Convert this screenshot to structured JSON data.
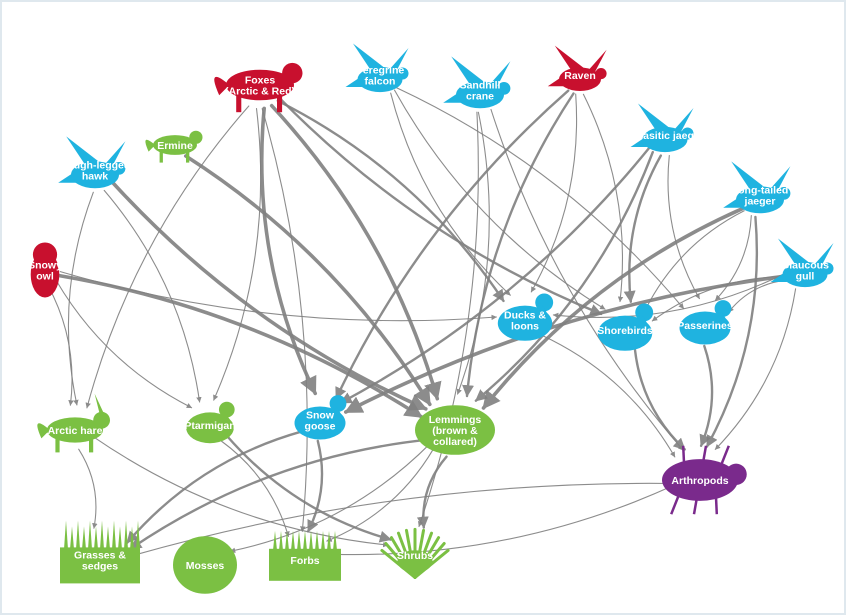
{
  "colors": {
    "predator": "#c8102e",
    "bird": "#1fb3e0",
    "herbivore": "#7bc043",
    "invertebrate": "#7a2a8c",
    "arrow": "#808080",
    "frame": "#dfe8ee"
  },
  "nodes": {
    "foxes": {
      "label": [
        "Foxes",
        "(Arctic & Red)"
      ],
      "icon": "fox-icon",
      "group": "predator"
    },
    "peregrine": {
      "label": [
        "Peregrine",
        "falcon"
      ],
      "icon": "falcon-icon",
      "group": "bird"
    },
    "sandhill": {
      "label": [
        "Sandhill",
        "crane"
      ],
      "icon": "crane-icon",
      "group": "bird"
    },
    "raven": {
      "label": [
        "Raven"
      ],
      "icon": "raven-icon",
      "group": "predator"
    },
    "parasitic": {
      "label": [
        "Parasitic jaeger"
      ],
      "icon": "jaeger-icon",
      "group": "bird"
    },
    "longtailed": {
      "label": [
        "Long-tailed",
        "jaeger"
      ],
      "icon": "jaeger-icon",
      "group": "bird"
    },
    "ermine": {
      "label": [
        "Ermine"
      ],
      "icon": "ermine-icon",
      "group": "herbivore"
    },
    "roughlegged": {
      "label": [
        "Rough-legged",
        "hawk"
      ],
      "icon": "hawk-icon",
      "group": "bird"
    },
    "snowyowl": {
      "label": [
        "Snowy",
        "owl"
      ],
      "icon": "owl-icon",
      "group": "predator"
    },
    "glaucous": {
      "label": [
        "Glaucous",
        "gull"
      ],
      "icon": "gull-icon",
      "group": "bird"
    },
    "ducks": {
      "label": [
        "Ducks &",
        "loons"
      ],
      "icon": "duck-icon",
      "group": "bird"
    },
    "shorebirds": {
      "label": [
        "Shorebirds"
      ],
      "icon": "shorebird-icon",
      "group": "bird"
    },
    "passerines": {
      "label": [
        "Passerines"
      ],
      "icon": "songbird-icon",
      "group": "bird"
    },
    "arctichare": {
      "label": [
        "Arctic hare"
      ],
      "icon": "hare-icon",
      "group": "herbivore"
    },
    "ptarmigan": {
      "label": [
        "Ptarmigan"
      ],
      "icon": "ptarmigan-icon",
      "group": "herbivore"
    },
    "snowgoose": {
      "label": [
        "Snow",
        "goose"
      ],
      "icon": "goose-icon",
      "group": "bird"
    },
    "lemmings": {
      "label": [
        "Lemmings",
        "(brown &",
        "collared)"
      ],
      "icon": "lemming-icon",
      "group": "herbivore"
    },
    "arthropods": {
      "label": [
        "Arthropods"
      ],
      "icon": "beetle-icon",
      "group": "invertebrate"
    },
    "grasses": {
      "label": [
        "Grasses &",
        "sedges"
      ],
      "icon": "grass-icon",
      "group": "herbivore"
    },
    "mosses": {
      "label": [
        "Mosses"
      ],
      "icon": "moss-icon",
      "group": "herbivore"
    },
    "forbs": {
      "label": [
        "Forbs"
      ],
      "icon": "forb-icon",
      "group": "herbivore"
    },
    "shrubs": {
      "label": [
        "Shrubs"
      ],
      "icon": "shrub-icon",
      "group": "herbivore"
    }
  },
  "links": [
    {
      "from": "foxes",
      "to": "lemmings",
      "weight": "thick"
    },
    {
      "from": "foxes",
      "to": "snowgoose",
      "weight": "thick"
    },
    {
      "from": "foxes",
      "to": "ducks",
      "weight": "medium"
    },
    {
      "from": "foxes",
      "to": "shorebirds",
      "weight": "medium"
    },
    {
      "from": "foxes",
      "to": "ptarmigan",
      "weight": "thin"
    },
    {
      "from": "foxes",
      "to": "arctichare",
      "weight": "thin"
    },
    {
      "from": "foxes",
      "to": "forbs",
      "weight": "thin"
    },
    {
      "from": "roughlegged",
      "to": "lemmings",
      "weight": "thick"
    },
    {
      "from": "roughlegged",
      "to": "ptarmigan",
      "weight": "thin"
    },
    {
      "from": "roughlegged",
      "to": "arctichare",
      "weight": "thin"
    },
    {
      "from": "snowyowl",
      "to": "lemmings",
      "weight": "thick"
    },
    {
      "from": "snowyowl",
      "to": "ptarmigan",
      "weight": "thin"
    },
    {
      "from": "snowyowl",
      "to": "arctichare",
      "weight": "thin"
    },
    {
      "from": "snowyowl",
      "to": "ducks",
      "weight": "thin"
    },
    {
      "from": "ermine",
      "to": "lemmings",
      "weight": "thick"
    },
    {
      "from": "peregrine",
      "to": "shorebirds",
      "weight": "thin"
    },
    {
      "from": "peregrine",
      "to": "passerines",
      "weight": "thin"
    },
    {
      "from": "peregrine",
      "to": "ducks",
      "weight": "thin"
    },
    {
      "from": "sandhill",
      "to": "lemmings",
      "weight": "thin"
    },
    {
      "from": "sandhill",
      "to": "arthropods",
      "weight": "thin"
    },
    {
      "from": "sandhill",
      "to": "shrubs",
      "weight": "thin"
    },
    {
      "from": "raven",
      "to": "snowgoose",
      "weight": "medium"
    },
    {
      "from": "raven",
      "to": "ducks",
      "weight": "thin"
    },
    {
      "from": "raven",
      "to": "lemmings",
      "weight": "medium"
    },
    {
      "from": "raven",
      "to": "shorebirds",
      "weight": "thin"
    },
    {
      "from": "parasitic",
      "to": "shorebirds",
      "weight": "medium"
    },
    {
      "from": "parasitic",
      "to": "lemmings",
      "weight": "medium"
    },
    {
      "from": "parasitic",
      "to": "passerines",
      "weight": "thin"
    },
    {
      "from": "parasitic",
      "to": "snowgoose",
      "weight": "medium"
    },
    {
      "from": "longtailed",
      "to": "lemmings",
      "weight": "thick"
    },
    {
      "from": "longtailed",
      "to": "arthropods",
      "weight": "medium"
    },
    {
      "from": "longtailed",
      "to": "shorebirds",
      "weight": "thin"
    },
    {
      "from": "longtailed",
      "to": "passerines",
      "weight": "thin"
    },
    {
      "from": "glaucous",
      "to": "snowgoose",
      "weight": "thick"
    },
    {
      "from": "glaucous",
      "to": "ducks",
      "weight": "thin"
    },
    {
      "from": "glaucous",
      "to": "shorebirds",
      "weight": "thin"
    },
    {
      "from": "glaucous",
      "to": "arthropods",
      "weight": "thin"
    },
    {
      "from": "glaucous",
      "to": "passerines",
      "weight": "thin"
    },
    {
      "from": "ducks",
      "to": "arthropods",
      "weight": "thin"
    },
    {
      "from": "shorebirds",
      "to": "arthropods",
      "weight": "medium"
    },
    {
      "from": "passerines",
      "to": "arthropods",
      "weight": "medium"
    },
    {
      "from": "lemmings",
      "to": "grasses",
      "weight": "medium"
    },
    {
      "from": "lemmings",
      "to": "mosses",
      "weight": "thin"
    },
    {
      "from": "lemmings",
      "to": "shrubs",
      "weight": "medium"
    },
    {
      "from": "lemmings",
      "to": "forbs",
      "weight": "thin"
    },
    {
      "from": "snowgoose",
      "to": "grasses",
      "weight": "medium"
    },
    {
      "from": "snowgoose",
      "to": "forbs",
      "weight": "medium"
    },
    {
      "from": "ptarmigan",
      "to": "shrubs",
      "weight": "medium"
    },
    {
      "from": "ptarmigan",
      "to": "forbs",
      "weight": "thin"
    },
    {
      "from": "arctichare",
      "to": "shrubs",
      "weight": "thin"
    },
    {
      "from": "arctichare",
      "to": "grasses",
      "weight": "thin"
    },
    {
      "from": "arthropods",
      "to": "grasses",
      "weight": "thin"
    },
    {
      "from": "arthropods",
      "to": "forbs",
      "weight": "thin"
    }
  ]
}
